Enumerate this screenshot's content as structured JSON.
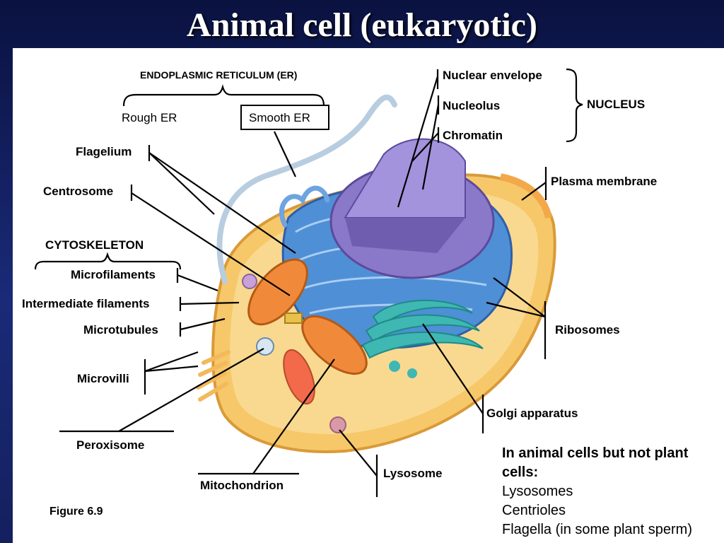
{
  "title": "Animal cell (eukaryotic)",
  "labels": {
    "er_group": "ENDOPLASMIC RETICULUM (ER)",
    "rough_er": "Rough ER",
    "smooth_er": "Smooth ER",
    "flagelium": "Flagelium",
    "centrosome": "Centrosome",
    "cytoskeleton": "CYTOSKELETON",
    "microfilaments": "Microfilaments",
    "intermediate_filaments": "Intermediate filaments",
    "microtubules": "Microtubules",
    "microvilli": "Microvilli",
    "peroxisome": "Peroxisome",
    "mitochondrion": "Mitochondrion",
    "lysosome": "Lysosome",
    "golgi": "Golgi apparatus",
    "ribosomes": "Ribosomes",
    "plasma_membrane": "Plasma membrane",
    "nuclear_envelope": "Nuclear envelope",
    "nucleolus": "Nucleolus",
    "chromatin": "Chromatin",
    "nucleus": "NUCLEUS"
  },
  "figure_caption": "Figure 6.9",
  "note": {
    "heading": "In animal cells but not plant cells:",
    "items": [
      "Lysosomes",
      "Centrioles",
      "Flagella (in some plant sperm)"
    ]
  },
  "colors": {
    "cytoplasm": "#f6c86a",
    "er": "#4f8fd6",
    "nucleus": "#8a78c8",
    "golgi": "#3fb7b3",
    "mitochondrion": "#f08a3a",
    "leader_line": "#000000"
  }
}
